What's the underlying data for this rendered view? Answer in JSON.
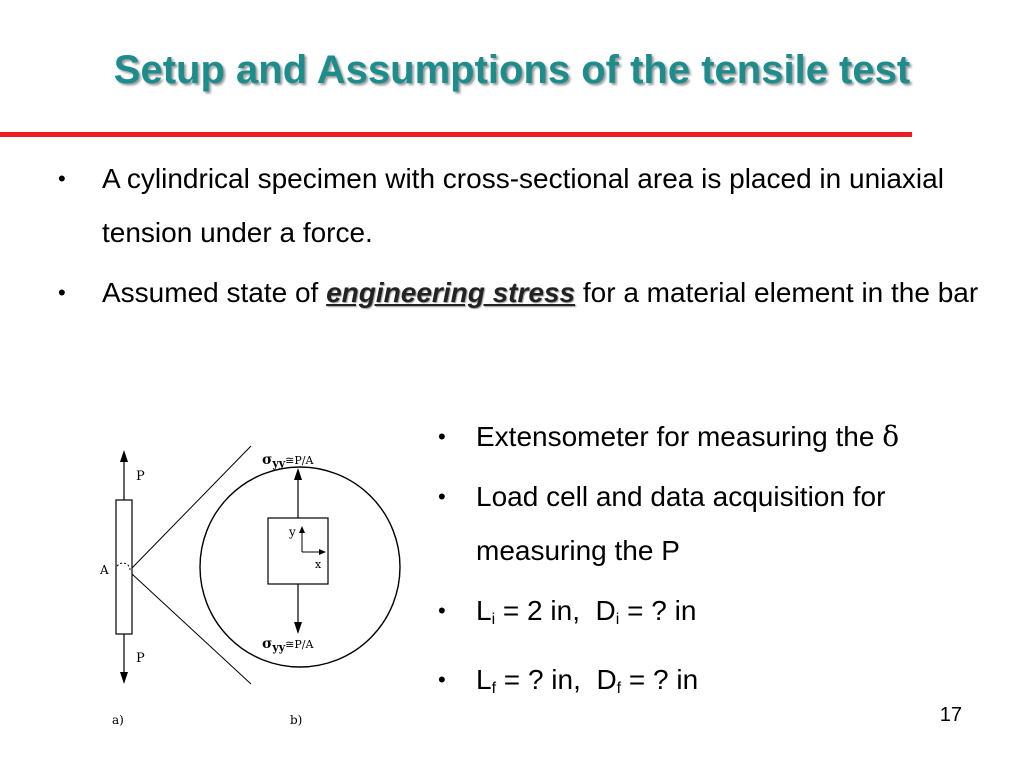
{
  "slide": {
    "title": "Setup and Assumptions of the tensile test",
    "page_number": "17"
  },
  "bullets_top": [
    {
      "text": "A cylindrical specimen with cross-sectional area is placed in uniaxial tension under a force."
    },
    {
      "before": "Assumed state of ",
      "emphasis": "engineering stress",
      "after": " for a material element in the bar"
    }
  ],
  "bullets_right": {
    "b1": {
      "text": "Extensometer for measuring the ",
      "symbol": "δ"
    },
    "b2": {
      "text": "Load cell and data acquisition for measuring the P"
    },
    "b3": {
      "l": "L",
      "l_sub": "i",
      "l_rest": " = 2 in,  ",
      "d": "D",
      "d_sub": "i",
      "d_rest": " = ? in"
    },
    "b4": {
      "l": "L",
      "l_sub": "f",
      "l_rest": " = ? in,  ",
      "d": "D",
      "d_sub": "f",
      "d_rest": " = ? in"
    }
  },
  "figure": {
    "label_p_top": "P",
    "label_p_bottom": "P",
    "label_a": "A",
    "sigma_top": "σ",
    "sigma_top_sub": "yy",
    "sigma_top_eq": "≅P/A",
    "sigma_bottom": "σ",
    "sigma_bottom_sub": "yy",
    "sigma_bottom_eq": "≅P/A",
    "axis_y": "y",
    "axis_x": "x",
    "caption_a": "a)",
    "caption_b": "b)"
  },
  "colors": {
    "title": "#1c8c8c",
    "rule": "#ee1c24",
    "text": "#000000"
  }
}
